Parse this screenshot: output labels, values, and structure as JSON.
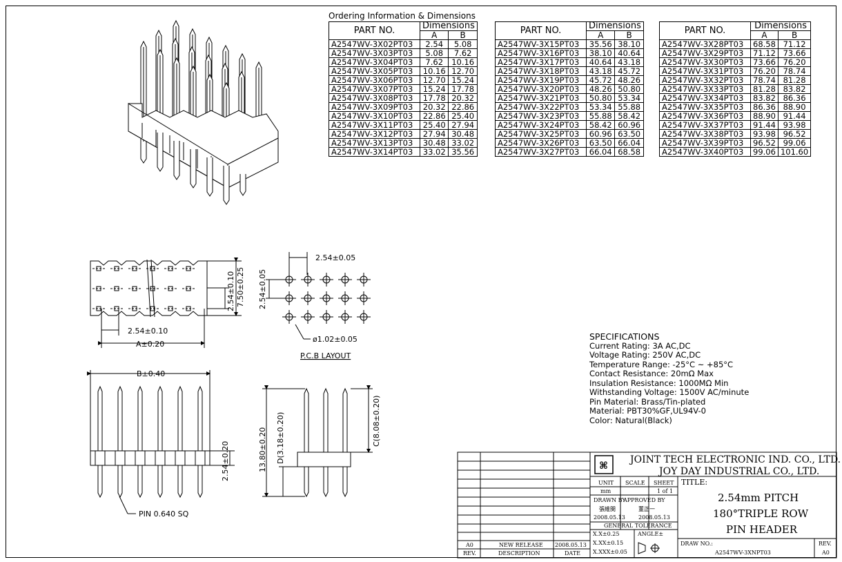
{
  "ordering": {
    "title": "Ordering Information & Dimensions",
    "headers": {
      "part": "PART NO.",
      "dims": "Dimensions",
      "a": "A",
      "b": "B"
    },
    "columns": [
      [
        [
          "A2547WV-3X02PT03",
          "2.54",
          "5.08"
        ],
        [
          "A2547WV-3X03PT03",
          "5.08",
          "7.62"
        ],
        [
          "A2547WV-3X04PT03",
          "7.62",
          "10.16"
        ],
        [
          "A2547WV-3X05PT03",
          "10.16",
          "12.70"
        ],
        [
          "A2547WV-3X06PT03",
          "12.70",
          "15.24"
        ],
        [
          "A2547WV-3X07PT03",
          "15.24",
          "17.78"
        ],
        [
          "A2547WV-3X08PT03",
          "17.78",
          "20.32"
        ],
        [
          "A2547WV-3X09PT03",
          "20.32",
          "22.86"
        ],
        [
          "A2547WV-3X10PT03",
          "22.86",
          "25.40"
        ],
        [
          "A2547WV-3X11PT03",
          "25.40",
          "27.94"
        ],
        [
          "A2547WV-3X12PT03",
          "27.94",
          "30.48"
        ],
        [
          "A2547WV-3X13PT03",
          "30.48",
          "33.02"
        ],
        [
          "A2547WV-3X14PT03",
          "33.02",
          "35.56"
        ]
      ],
      [
        [
          "A2547WV-3X15PT03",
          "35.56",
          "38.10"
        ],
        [
          "A2547WV-3X16PT03",
          "38.10",
          "40.64"
        ],
        [
          "A2547WV-3X17PT03",
          "40.64",
          "43.18"
        ],
        [
          "A2547WV-3X18PT03",
          "43.18",
          "45.72"
        ],
        [
          "A2547WV-3X19PT03",
          "45.72",
          "48.26"
        ],
        [
          "A2547WV-3X20PT03",
          "48.26",
          "50.80"
        ],
        [
          "A2547WV-3X21PT03",
          "50.80",
          "53.34"
        ],
        [
          "A2547WV-3X22PT03",
          "53.34",
          "55.88"
        ],
        [
          "A2547WV-3X23PT03",
          "55.88",
          "58.42"
        ],
        [
          "A2547WV-3X24PT03",
          "58.42",
          "60.96"
        ],
        [
          "A2547WV-3X25PT03",
          "60.96",
          "63.50"
        ],
        [
          "A2547WV-3X26PT03",
          "63.50",
          "66.04"
        ],
        [
          "A2547WV-3X27PT03",
          "66.04",
          "68.58"
        ]
      ],
      [
        [
          "A2547WV-3X28PT03",
          "68.58",
          "71.12"
        ],
        [
          "A2547WV-3X29PT03",
          "71.12",
          "73.66"
        ],
        [
          "A2547WV-3X30PT03",
          "73.66",
          "76.20"
        ],
        [
          "A2547WV-3X31PT03",
          "76.20",
          "78.74"
        ],
        [
          "A2547WV-3X32PT03",
          "78.74",
          "81.28"
        ],
        [
          "A2547WV-3X33PT03",
          "81.28",
          "83.82"
        ],
        [
          "A2547WV-3X34PT03",
          "83.82",
          "86.36"
        ],
        [
          "A2547WV-3X35PT03",
          "86.36",
          "88.90"
        ],
        [
          "A2547WV-3X36PT03",
          "88.90",
          "91.44"
        ],
        [
          "A2547WV-3X37PT03",
          "91.44",
          "93.98"
        ],
        [
          "A2547WV-3X38PT03",
          "93.98",
          "96.52"
        ],
        [
          "A2547WV-3X39PT03",
          "96.52",
          "99.06"
        ],
        [
          "A2547WV-3X40PT03",
          "99.06",
          "101.60"
        ]
      ]
    ]
  },
  "dims": {
    "pitch_col_top": "2.54±0.05",
    "pitch_row_side": "2.54±0.05",
    "hole": "ø1.02±0.05",
    "pcb_label": "P.C.B LAYOUT",
    "front_pitch": "2.54±0.10",
    "front_a": "A±0.20",
    "front_row": "2.54±0.10",
    "front_height": "7.50±0.25",
    "side_b": "B±0.40",
    "side_base": "2.54±0.20",
    "side_pin": "PIN 0.640 SQ",
    "end_total": "13.80±0.20",
    "end_d": "D(3.18±0.20)",
    "end_c": "C(8.08±0.20)"
  },
  "specs": {
    "heading": "SPECIFICATIONS",
    "lines": [
      "Current Rating: 3A AC,DC",
      "Voltage Rating: 250V AC,DC",
      "Temperature Range: -25°C ~ +85°C",
      "Contact Resistance: 20mΩ Max",
      "Insulation Resistance: 1000MΩ Min",
      "Withstanding Voltage: 1500V AC/minute",
      "Pin Material: Brass/Tin-plated",
      "Material: PBT30%GF,UL94V-0",
      "Color: Natural(Black)"
    ]
  },
  "titleblock": {
    "company1": "JOINT TECH ELECTRONIC IND. CO., LTD.",
    "company2": "JOY DAY INDUSTRIAL CO., LTD.",
    "unit_label": "UNIT",
    "unit": "mm",
    "scale_label": "SCALE",
    "sheet_label": "SHEET",
    "sheet": "1 of 1",
    "drawn_label": "DRAWN BY",
    "drawn_name": "張維閔",
    "drawn_date": "2008.05.13",
    "approved_label": "APPROVED BY",
    "approved_name": "董正一",
    "approved_date": "2008.05.13",
    "tol_label": "GENERAL TOLERANCE",
    "tol1": "X.X±0.25",
    "tol2": "X.XX±0.15",
    "tol3": "X.XXX±0.05",
    "angle": "ANGLE±",
    "title_label": "TITLE:",
    "title1": "2.54mm PITCH",
    "title2": "180°TRIPLE ROW",
    "title3": "PIN HEADER",
    "drawno_label": "DRAW NO.:",
    "drawno": "A2547WV-3XNPT03",
    "rev_label": "REV.",
    "rev": "A0",
    "rev_row": {
      "rev": "A0",
      "desc": "NEW RELEASE",
      "date": "2008.05.13"
    },
    "rev_header": {
      "rev": "REV.",
      "desc": "DESCRIPTION",
      "date": "DATE"
    }
  }
}
